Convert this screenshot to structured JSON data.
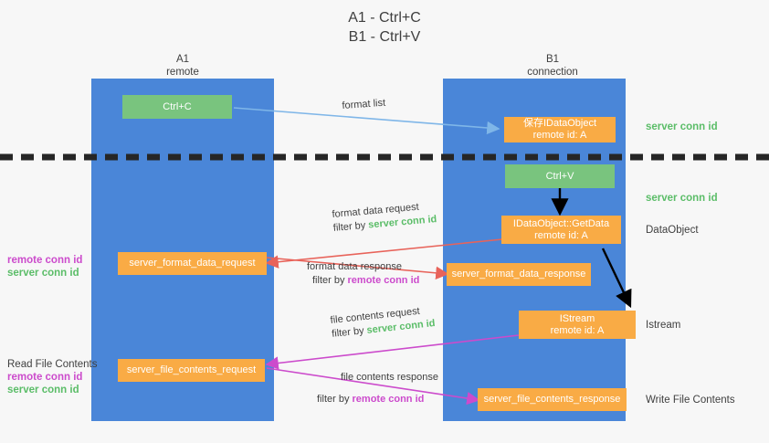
{
  "title": "A1 - Ctrl+C\nB1 - Ctrl+V",
  "lanes": [
    {
      "name": "A1",
      "sub": "remote"
    },
    {
      "name": "B1",
      "sub": "connection"
    }
  ],
  "boxes": {
    "ctrl_c": "Ctrl+C",
    "ctrl_v": "Ctrl+V",
    "save_idataobject_l1": "保存IDataObject",
    "save_idataobject_l2": "remote id: A",
    "getdata_l1": "IDataObject::GetData",
    "getdata_l2": "remote id: A",
    "istream_l1": "IStream",
    "istream_l2": "remote id: A",
    "server_format_data_request": "server_format_data_request",
    "server_format_data_response": "server_format_data_response",
    "server_file_contents_request": "server_file_contents_request",
    "server_file_contents_response": "server_file_contents_response"
  },
  "right_labels": {
    "server_conn_id_top": "server conn id",
    "server_conn_id_mid": "server conn id",
    "dataobject": "DataObject",
    "istream": "Istream",
    "write_file_contents": "Write File Contents"
  },
  "left_labels": {
    "remote_conn_id_1": "remote conn id",
    "server_conn_id_1": "server conn id",
    "read_file_contents": "Read File Contents",
    "remote_conn_id_2": "remote conn id",
    "server_conn_id_2": "server conn id"
  },
  "arrow_captions": {
    "format_list": "format list",
    "format_data_request": "format data request",
    "format_data_request_filter_pre": "filter by ",
    "format_data_request_filter_key": "server conn id",
    "format_data_response": "format data response",
    "format_data_response_filter_pre": "filter by ",
    "format_data_response_filter_key": "remote conn id",
    "file_contents_request": "file contents request",
    "file_contents_request_filter_pre": "filter by ",
    "file_contents_request_filter_key": "server conn id",
    "file_contents_response": "file contents response",
    "file_contents_response_filter_pre": "filter by ",
    "file_contents_response_filter_key": "remote conn id"
  },
  "colors": {
    "lane": "#4a86d8",
    "orange": "#f9ab45",
    "green_box": "#79c47e",
    "green_text": "#5bbd68",
    "magenta_text": "#cc4bcc",
    "arrow_blue": "#7fb6e8",
    "arrow_red": "#e8635a",
    "arrow_magenta": "#cc4bcc",
    "arrow_black": "#000000",
    "divider": "#262626",
    "background": "#f7f7f7"
  }
}
